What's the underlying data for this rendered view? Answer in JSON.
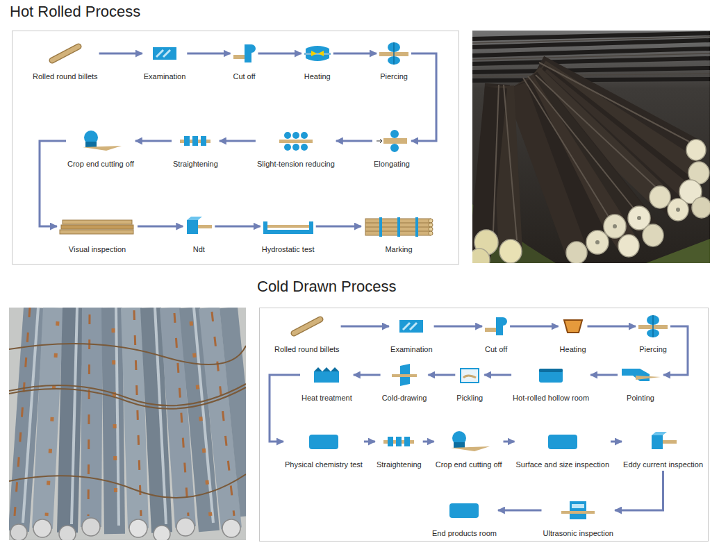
{
  "diagram": {
    "nodes": [
      {
        "text": [
          "Hot Rolled Process"
        ]
      },
      {
        "text": [
          "Rolled round billets"
        ],
        "in": 0
      },
      {
        "text": [
          "Examination"
        ],
        "in": 0
      },
      {
        "text": [
          "Cut off"
        ],
        "in": 0
      },
      {
        "text": [
          "Heating"
        ],
        "in": 0
      },
      {
        "text": [
          "Piercing"
        ],
        "in": 0
      },
      {
        "text": [
          "Elongating"
        ],
        "in": 0
      },
      {
        "text": [
          "Slight-tension reducing"
        ],
        "in": 0
      },
      {
        "text": [
          "Straightening"
        ],
        "in": 0
      },
      {
        "text": [
          "Crop end cutting off"
        ],
        "in": 0
      },
      {
        "text": [
          "Visual inspection"
        ],
        "in": 0
      },
      {
        "text": [
          "Ndt"
        ],
        "in": 0
      },
      {
        "text": [
          "Hydrostatic test"
        ],
        "in": 0
      },
      {
        "text": [
          "Marking"
        ],
        "in": 0
      },
      {
        "text": [
          "Cold Drawn Process"
        ]
      },
      {
        "text": [
          "Rolled round billets"
        ],
        "in": 14
      },
      {
        "text": [
          "Examination"
        ],
        "in": 14
      },
      {
        "text": [
          "Cut off"
        ],
        "in": 14
      },
      {
        "text": [
          "Heating"
        ],
        "in": 14
      },
      {
        "text": [
          "Piercing"
        ],
        "in": 14
      },
      {
        "text": [
          "Pointing"
        ],
        "in": 14
      },
      {
        "text": [
          "Hot-rolled hollow room"
        ],
        "in": 14
      },
      {
        "text": [
          "Pickling"
        ],
        "in": 14
      },
      {
        "text": [
          "Cold-drawing"
        ],
        "in": 14
      },
      {
        "text": [
          "Heat treatment"
        ],
        "in": 14
      },
      {
        "text": [
          "Physical chemistry test"
        ],
        "in": 14
      },
      {
        "text": [
          "Straightening"
        ],
        "in": 14
      },
      {
        "text": [
          "Crop end cutting off"
        ],
        "in": 14
      },
      {
        "text": [
          "Surface and size inspection"
        ],
        "in": 14
      },
      {
        "text": [
          "Eddy current inspection"
        ],
        "in": 14
      },
      {
        "text": [
          "Ultrasonic inspection"
        ],
        "in": 14
      },
      {
        "text": [
          "End products room"
        ],
        "in": 14
      }
    ],
    "edges": [
      {
        "from": 1,
        "to": 2,
        "arrow": "to"
      },
      {
        "from": 2,
        "to": 3,
        "arrow": "to"
      },
      {
        "from": 3,
        "to": 4,
        "arrow": "to"
      },
      {
        "from": 4,
        "to": 5,
        "arrow": "to"
      },
      {
        "from": 5,
        "to": 6,
        "arrow": "to"
      },
      {
        "from": 6,
        "to": 7,
        "arrow": "to"
      },
      {
        "from": 7,
        "to": 8,
        "arrow": "to"
      },
      {
        "from": 8,
        "to": 9,
        "arrow": "to"
      },
      {
        "from": 9,
        "to": 10,
        "arrow": "to"
      },
      {
        "from": 10,
        "to": 11,
        "arrow": "to"
      },
      {
        "from": 11,
        "to": 12,
        "arrow": "to"
      },
      {
        "from": 12,
        "to": 13,
        "arrow": "to"
      },
      {
        "from": 15,
        "to": 16,
        "arrow": "to"
      },
      {
        "from": 16,
        "to": 17,
        "arrow": "to"
      },
      {
        "from": 17,
        "to": 18,
        "arrow": "to"
      },
      {
        "from": 18,
        "to": 19,
        "arrow": "to"
      },
      {
        "from": 19,
        "to": 20,
        "arrow": "to"
      },
      {
        "from": 20,
        "to": 21,
        "arrow": "to"
      },
      {
        "from": 21,
        "to": 22,
        "arrow": "to"
      },
      {
        "from": 22,
        "to": 23,
        "arrow": "to"
      },
      {
        "from": 23,
        "to": 24,
        "arrow": "to"
      },
      {
        "from": 24,
        "to": 25,
        "arrow": "to"
      },
      {
        "from": 25,
        "to": 26,
        "arrow": "to"
      },
      {
        "from": 26,
        "to": 27,
        "arrow": "to"
      },
      {
        "from": 27,
        "to": 28,
        "arrow": "to"
      },
      {
        "from": 28,
        "to": 29,
        "arrow": "to"
      },
      {
        "from": 29,
        "to": 30,
        "arrow": "to"
      },
      {
        "from": 30,
        "to": 31,
        "arrow": "to"
      }
    ]
  }
}
